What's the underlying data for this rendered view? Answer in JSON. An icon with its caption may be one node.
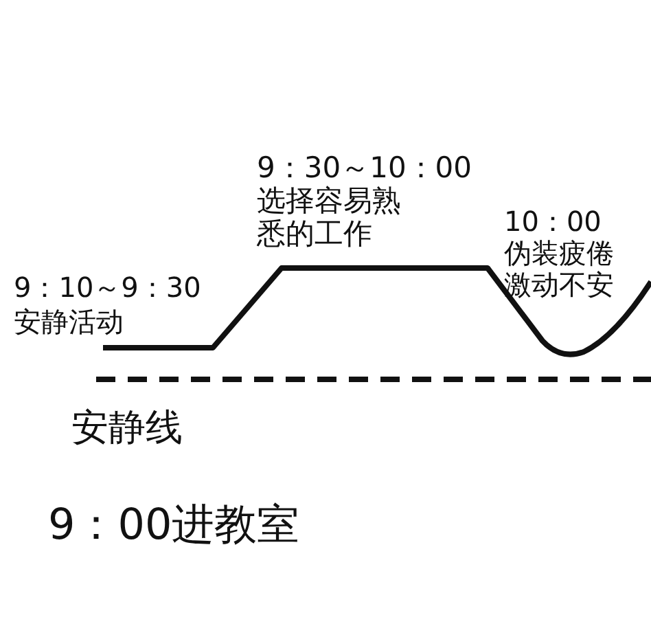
{
  "diagram": {
    "labels": [
      "9：30～10：00",
      "选择容易熟悉的工作",
      "10：00",
      "伪装疲倦激动不安",
      "9：10～9：30",
      "安静活动",
      "安静线",
      "9：00进教室"
    ]
  }
}
